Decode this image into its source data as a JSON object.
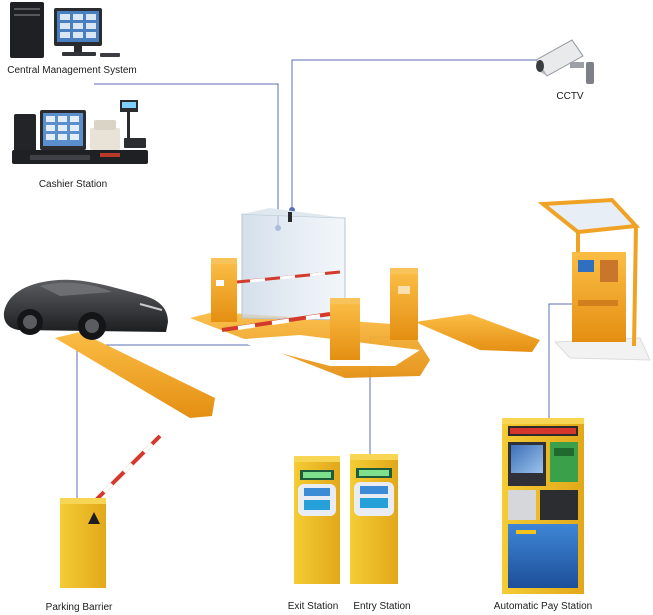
{
  "labels": {
    "central_management": "Central Management System",
    "cashier_station": "Cashier Station",
    "cctv": "CCTV",
    "parking_barrier": "Parking Barrier",
    "exit_station": "Exit Station",
    "entry_station": "Entry Station",
    "automatic_pay_station": "Automatic Pay Station"
  },
  "colors": {
    "background": "#ffffff",
    "connector": "#5a6fb3",
    "booth": "#f6a81f",
    "kiosk_yellow": "#f5c21b",
    "car": "#2d2e31"
  }
}
